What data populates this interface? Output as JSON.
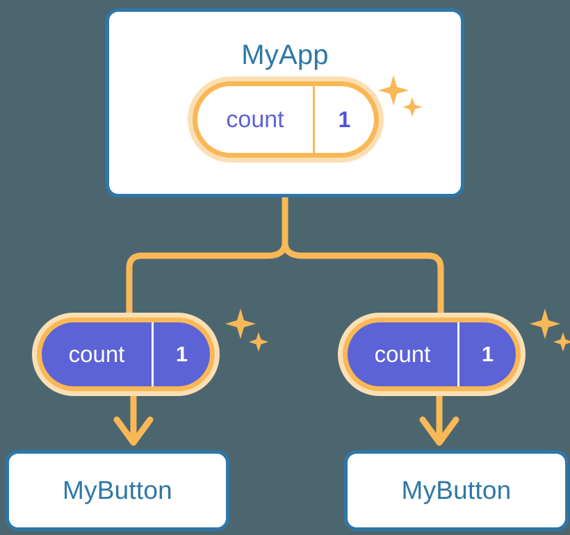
{
  "diagram": {
    "background_color": "#4c6670",
    "accent_orange": "#f9b856",
    "accent_orange_light": "#fbdfb4",
    "accent_blue": "#2e77a8",
    "accent_purple": "#5c63d6"
  },
  "app_card": {
    "title": "MyApp",
    "state_pill": {
      "key": "count",
      "value": "1"
    }
  },
  "children": [
    {
      "state_pill": {
        "key": "count",
        "value": "1"
      },
      "card_title": "MyButton"
    },
    {
      "state_pill": {
        "key": "count",
        "value": "1"
      },
      "card_title": "MyButton"
    }
  ],
  "icons": {
    "sparkle_large": "sparkle-icon",
    "sparkle_small": "sparkle-small-icon",
    "arrow_down": "arrow-down-icon"
  }
}
